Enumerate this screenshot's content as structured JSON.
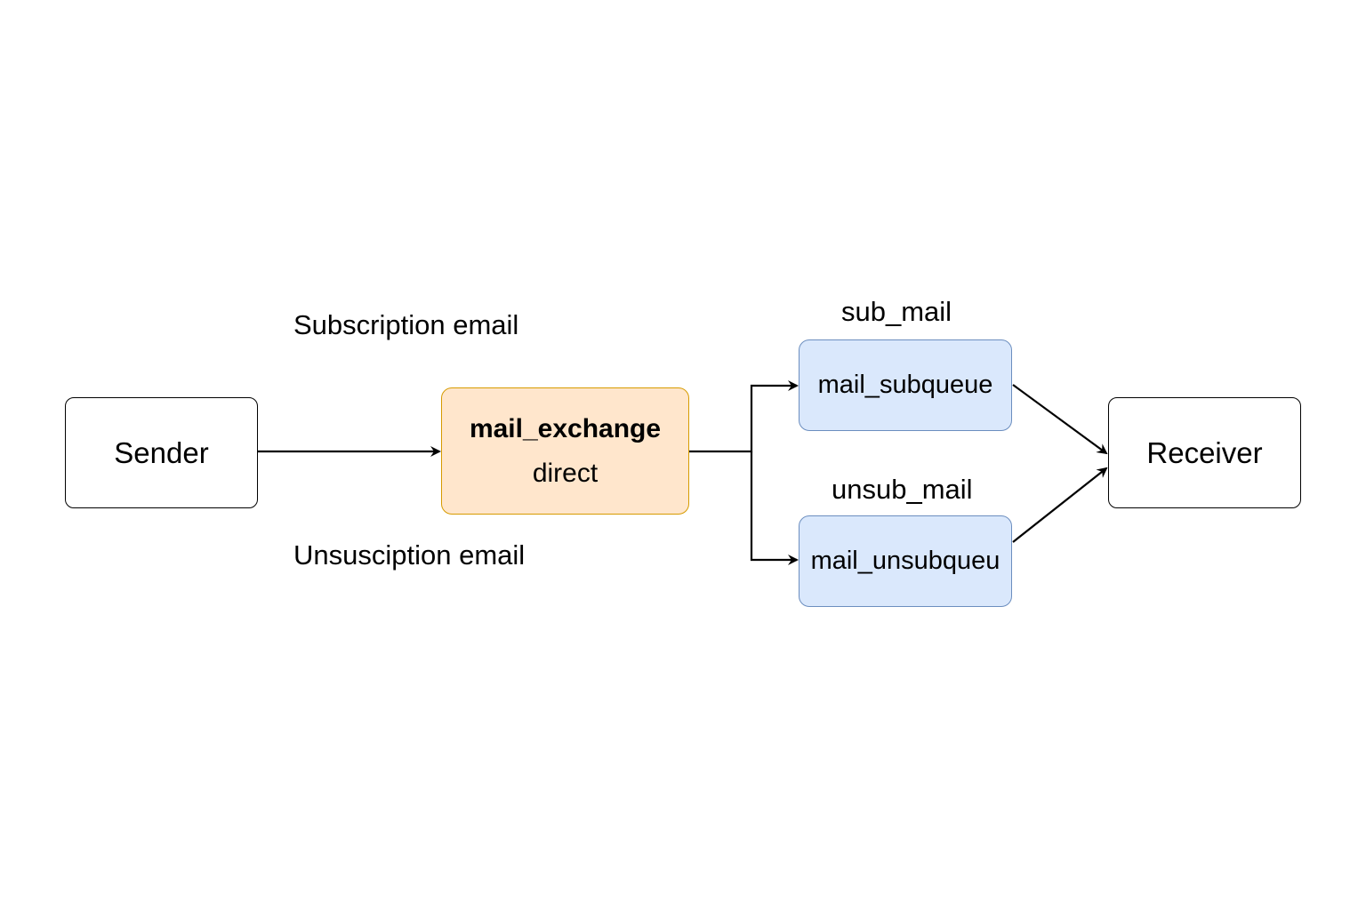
{
  "nodes": {
    "sender": {
      "label": "Sender"
    },
    "exchange": {
      "name": "mail_exchange",
      "type": "direct"
    },
    "sub_queue": {
      "label": "mail_subqueue"
    },
    "unsub_queue": {
      "label": "mail_unsubqueu"
    },
    "receiver": {
      "label": "Receiver"
    }
  },
  "labels": {
    "subscription": "Subscription email",
    "unsubscription": "Unsusciption email",
    "sub_routing_key": "sub_mail",
    "unsub_routing_key": "unsub_mail"
  },
  "colors": {
    "exchange_fill": "#ffe6cc",
    "exchange_border": "#d79b00",
    "queue_fill": "#dae8fc",
    "queue_border": "#6c8ebf",
    "edge": "#000000"
  }
}
